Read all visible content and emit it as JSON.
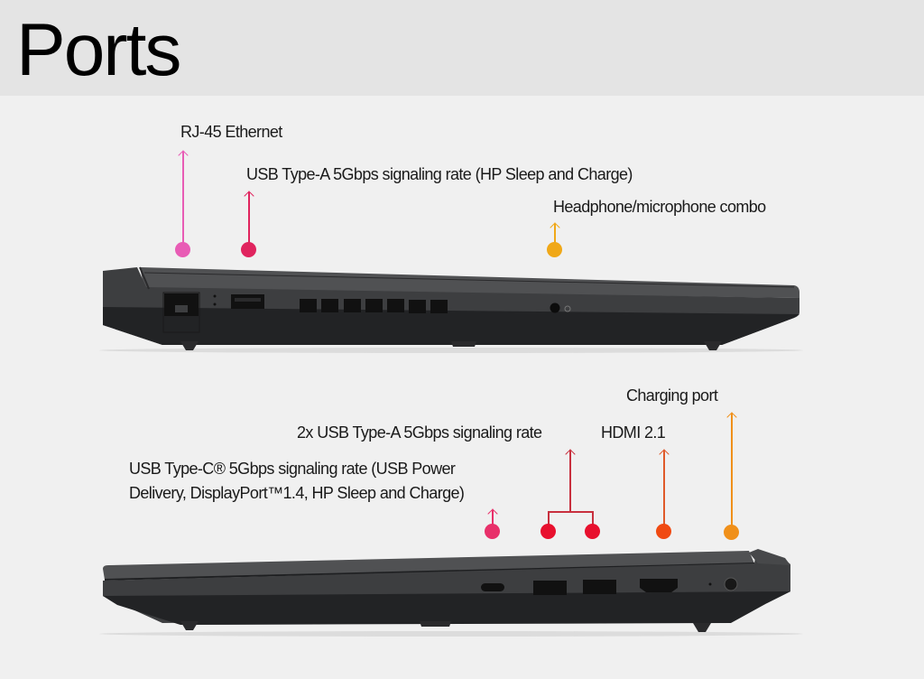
{
  "header": {
    "title": "Ports"
  },
  "left_side": {
    "callouts": [
      {
        "id": "rj45",
        "label": "RJ-45 Ethernet",
        "color": "#e85cb5"
      },
      {
        "id": "usb-a-sleep",
        "label": "USB Type-A 5Gbps signaling rate (HP Sleep and Charge)",
        "color": "#e0245e"
      },
      {
        "id": "audio",
        "label": "Headphone/microphone combo",
        "color": "#f0a818"
      }
    ]
  },
  "right_side": {
    "callouts": [
      {
        "id": "charging",
        "label": "Charging port",
        "color": "#f0901a"
      },
      {
        "id": "usb-a-2x",
        "label": "2x USB Type-A 5Gbps signaling rate",
        "color": "#e8102e"
      },
      {
        "id": "hdmi",
        "label": "HDMI 2.1",
        "color": "#f04a12"
      },
      {
        "id": "usb-c",
        "label_line1": "USB Type-C® 5Gbps signaling rate (USB Power",
        "label_line2": "Delivery, DisplayPort™1.4, HP Sleep and Charge)",
        "color": "#e8306a"
      }
    ]
  },
  "colors": {
    "header_bg": "#e4e4e4",
    "body_bg": "#f0f0f0",
    "laptop_body": "#3c3d3f",
    "laptop_dark": "#1e1f21"
  }
}
